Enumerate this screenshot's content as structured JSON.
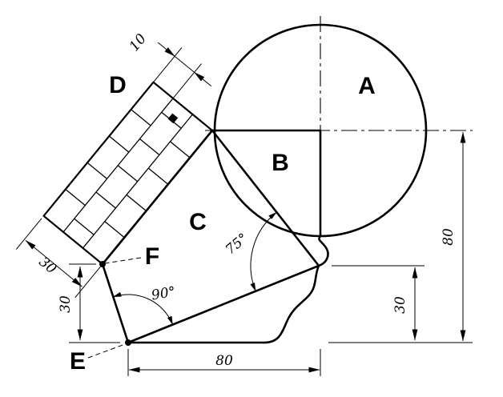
{
  "labels": {
    "A": "A",
    "B": "B",
    "C": "C",
    "D": "D",
    "E": "E",
    "F": "F"
  },
  "dimensions": {
    "brick_course": "10",
    "band_width": "30",
    "left_height": "30",
    "bottom_width": "80",
    "right_offset": "30",
    "right_height": "80"
  },
  "angles": {
    "at_corner_r": "75°",
    "at_corner_e": "90°"
  },
  "colors": {
    "line": "#000000",
    "background": "#ffffff"
  }
}
